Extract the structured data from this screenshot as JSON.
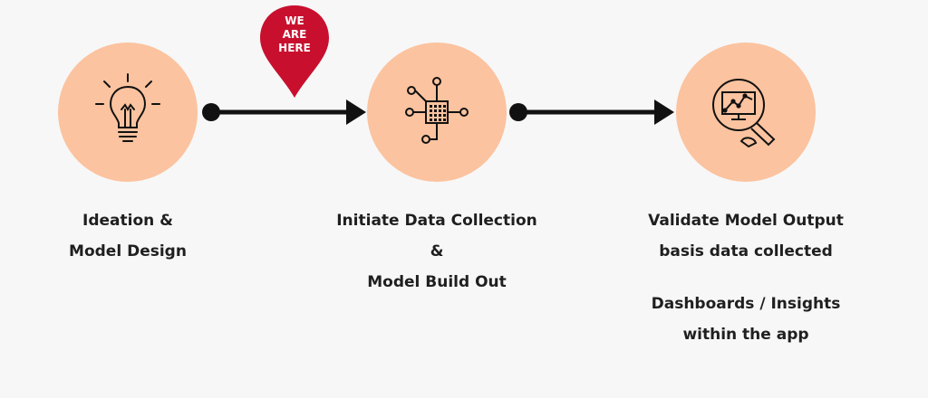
{
  "colors": {
    "background": "#f7f7f7",
    "circle_fill": "#fbc39f",
    "line": "#111111",
    "pin": "#c8102e",
    "pin_text": "#ffffff",
    "text": "#1f1f1f"
  },
  "marker": {
    "lines": [
      "WE",
      "ARE",
      "HERE"
    ]
  },
  "steps": [
    {
      "icon": "lightbulb-icon",
      "lines": [
        "Ideation &",
        "Model Design"
      ]
    },
    {
      "icon": "data-processing-icon",
      "lines": [
        "Initiate Data Collection",
        "&",
        "Model Build Out"
      ]
    },
    {
      "icon": "analytics-monitor-icon",
      "lines": [
        "Validate Model Output",
        "basis data collected"
      ],
      "extra_lines": [
        "Dashboards / Insights",
        "within the app"
      ]
    }
  ]
}
